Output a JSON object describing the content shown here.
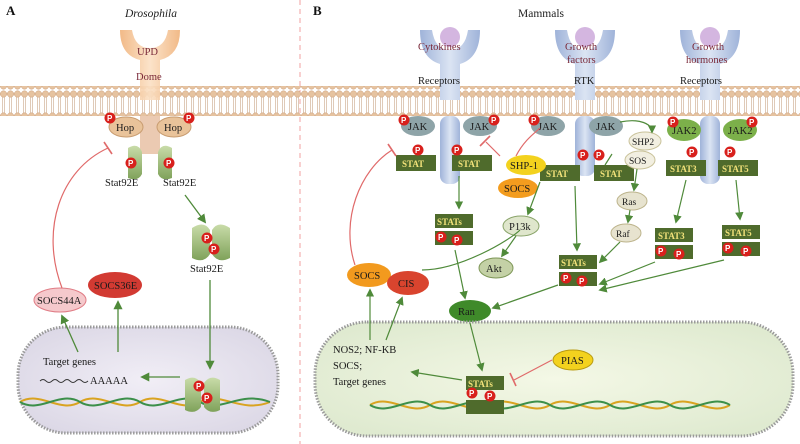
{
  "panel_a": {
    "letter": "A",
    "title": "Drosophila",
    "ligand": "UPD",
    "receptor": "Dome",
    "kinase_left": "Hop",
    "kinase_right": "Hop",
    "stat_left": "Stat92E",
    "stat_right": "Stat92E",
    "stat_dimer": "Stat92E",
    "socs36e": "SOCS36E",
    "socs44a": "SOCS44A",
    "target_genes": "Target genes",
    "polya": "AAAAA"
  },
  "panel_b": {
    "letter": "B",
    "title": "Mammals",
    "ligand_1": "Cytokines",
    "ligand_2a": "Growth",
    "ligand_2b": "factors",
    "ligand_3a": "Growth",
    "ligand_3b": "hormones",
    "receptor_1": "Receptors",
    "receptor_2": "RTK",
    "receptor_3": "Receptors",
    "jak": "JAK",
    "jak2": "JAK2",
    "stat": "STAT",
    "stat3": "STAT3",
    "stat5": "STAT5",
    "stats": "STATs",
    "shp1": "SHP-1",
    "shp2": "SHP2",
    "sos": "SOS",
    "ras": "Ras",
    "raf": "Raf",
    "p13k": "P13k",
    "akt": "Akt",
    "socs": "SOCS",
    "cis": "CIS",
    "ran": "Ran",
    "pias": "PIAS",
    "nuclear_targets": [
      "NOS2; NF-KB",
      "SOCS;",
      "Target genes"
    ]
  },
  "phospho": "P",
  "colors": {
    "membrane_head": "#e8c8a6",
    "receptor": "#b7c6e2",
    "kinase": "#8aa0a2",
    "stat_box": "#4f6b2c",
    "arrow": "#4f8a3a",
    "inhibit": "#e06a6a",
    "phospho": "#d8201c",
    "nucleus": "#eaf2d6"
  }
}
